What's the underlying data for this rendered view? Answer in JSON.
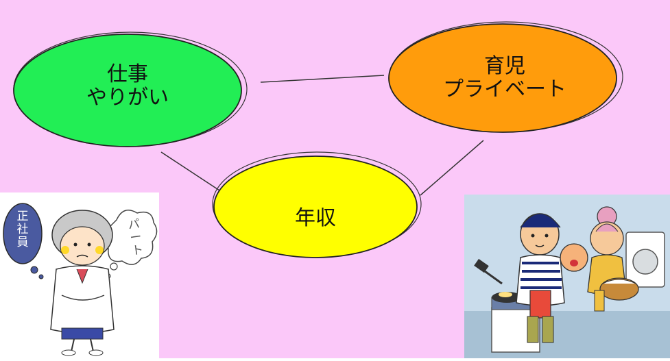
{
  "colors": {
    "background": "#fbc8f9",
    "work": "#22ee55",
    "childcare": "#ff9c0c",
    "income": "#ffff00",
    "outline": "#2a2a2a"
  },
  "nodes": {
    "work": {
      "line1": "仕事",
      "line2": "やりがい"
    },
    "childcare": {
      "line1": "育児",
      "line2": "プライベート"
    },
    "income": {
      "label": "年収"
    }
  },
  "illustrations": {
    "left": {
      "speech_left": "正社員",
      "thought_right": "パート",
      "icon": "worried-woman-in-white-coat-illustration"
    },
    "right": {
      "icon": "busy-family-cooking-laundry-illustration"
    }
  }
}
